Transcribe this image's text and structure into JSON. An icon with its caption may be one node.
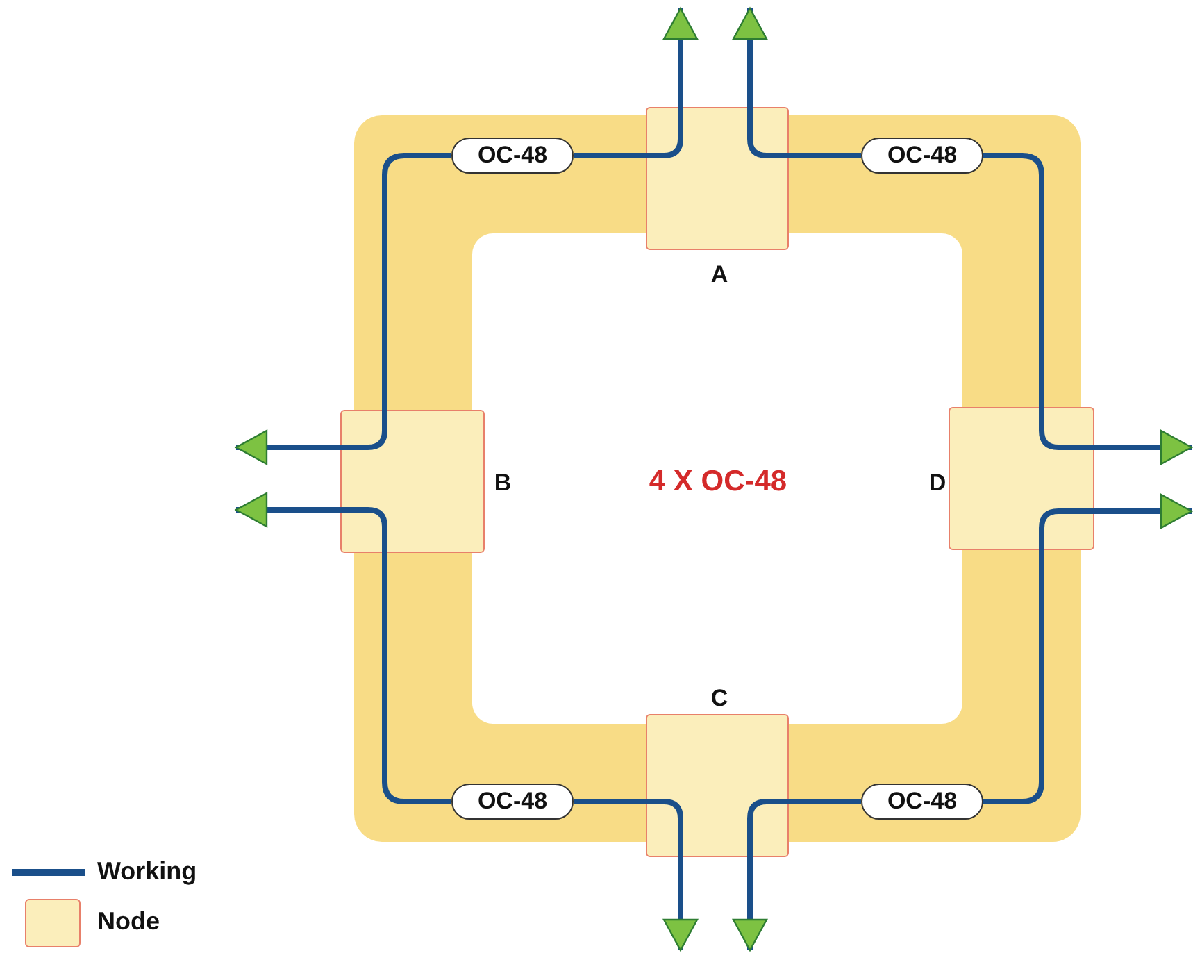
{
  "diagram": {
    "nodes": [
      {
        "text": [
          "A"
        ]
      },
      {
        "text": [
          "OC-48"
        ]
      },
      {
        "text": [
          "OC-48"
        ]
      },
      {
        "text": [
          "B"
        ]
      },
      {
        "text": [
          "D"
        ]
      },
      {
        "text": [
          "C"
        ]
      },
      {
        "text": [
          "OC-48"
        ]
      },
      {
        "text": [
          "OC-48"
        ]
      }
    ],
    "edges": [
      {
        "from": 0,
        "to": null,
        "arrow": "to"
      },
      {
        "from": 0,
        "to": null,
        "arrow": "to"
      },
      {
        "from": 1,
        "to": 0,
        "arrow": "none"
      },
      {
        "from": 1,
        "to": 3,
        "arrow": "none"
      },
      {
        "from": 0,
        "to": 2,
        "arrow": "none"
      },
      {
        "from": 2,
        "to": 4,
        "arrow": "none"
      },
      {
        "from": 3,
        "to": null,
        "arrow": "to"
      },
      {
        "from": 3,
        "to": null,
        "arrow": "to"
      },
      {
        "from": 4,
        "to": null,
        "arrow": "to"
      },
      {
        "from": 4,
        "to": null,
        "arrow": "to"
      },
      {
        "from": 3,
        "to": 6,
        "arrow": "none"
      },
      {
        "from": 6,
        "to": 5,
        "arrow": "none"
      },
      {
        "from": 5,
        "to": null,
        "arrow": "to"
      },
      {
        "from": 5,
        "to": null,
        "arrow": "to"
      },
      {
        "from": 5,
        "to": 7,
        "arrow": "none"
      },
      {
        "from": 7,
        "to": 4,
        "arrow": "none"
      }
    ],
    "labels": [
      "4 X OC-48"
    ],
    "legend": [
      {
        "text": "Working"
      },
      {
        "text": "Node",
        "color": "#fbeebb"
      }
    ]
  }
}
